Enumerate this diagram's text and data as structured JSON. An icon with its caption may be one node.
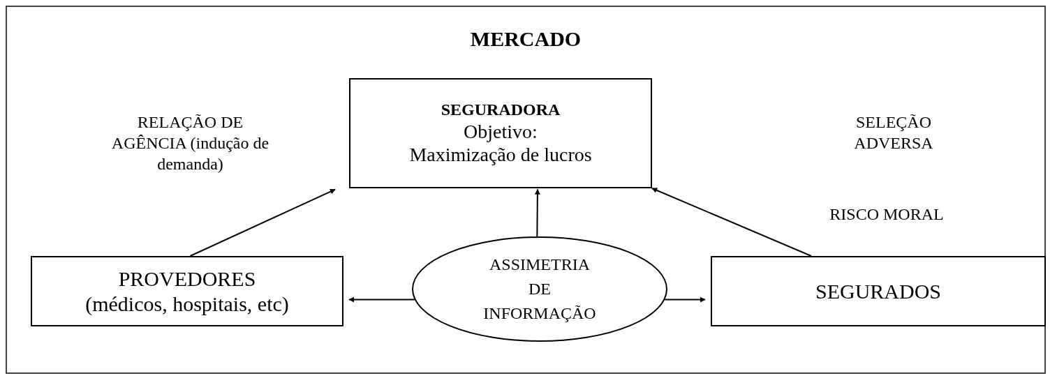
{
  "diagram": {
    "nodes": [
      {
        "text": [
          "MERCADO"
        ]
      },
      {
        "text": [
          "SEGURADORA",
          "Objetivo:",
          "Maximização de lucros"
        ],
        "in": 0
      },
      {
        "text": [
          "PROVEDORES",
          "(médicos, hospitais, etc)"
        ],
        "in": 0
      },
      {
        "text": [
          "ASSIMETRIA DE INFORMAÇÃO"
        ],
        "in": 0
      },
      {
        "text": [
          "SEGURADOS"
        ],
        "in": 0
      }
    ],
    "edges": [
      {
        "from": 2,
        "to": 1,
        "arrow": "to"
      },
      {
        "from": 3,
        "to": 1,
        "arrow": "to"
      },
      {
        "from": 4,
        "to": 1,
        "arrow": "to"
      },
      {
        "from": 3,
        "to": 2,
        "arrow": "to"
      },
      {
        "from": 3,
        "to": 4,
        "arrow": "to"
      }
    ],
    "labels": [
      "RELAÇÃO DE AGÊNCIA (indução de demanda)",
      "SELEÇÃO ADVERSA",
      "RISCO MORAL"
    ]
  }
}
